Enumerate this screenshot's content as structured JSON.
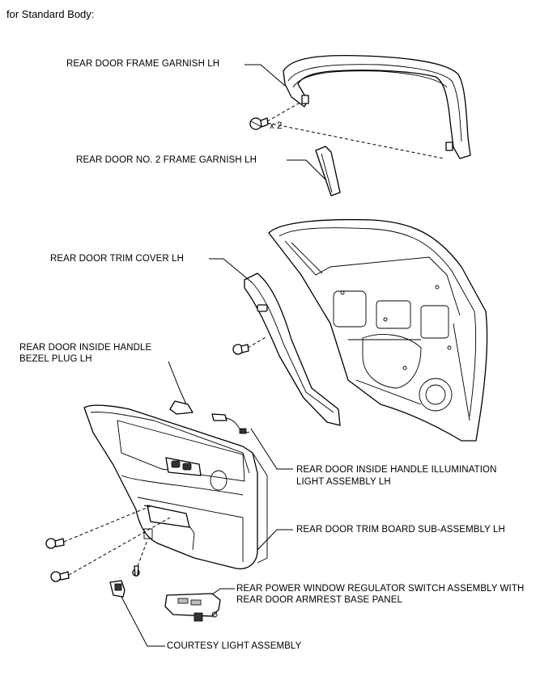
{
  "header": {
    "variant": "for Standard Body:"
  },
  "labels": {
    "frame_garnish": "REAR DOOR FRAME GARNISH LH",
    "clip_qty": "x 2",
    "no2_frame_garnish": "REAR DOOR NO. 2 FRAME GARNISH LH",
    "trim_cover": "REAR DOOR TRIM COVER LH",
    "bezel_plug_line1": "REAR DOOR INSIDE HANDLE",
    "bezel_plug_line2": "BEZEL PLUG LH",
    "illumination_line1": "REAR DOOR INSIDE HANDLE ILLUMINATION",
    "illumination_line2": "LIGHT ASSEMBLY LH",
    "trim_board": "REAR DOOR TRIM BOARD SUB-ASSEMBLY LH",
    "switch_line1": "REAR POWER WINDOW REGULATOR SWITCH ASSEMBLY WITH",
    "switch_line2": "REAR DOOR ARMREST BASE PANEL",
    "courtesy_light": "COURTESY LIGHT ASSEMBLY"
  }
}
